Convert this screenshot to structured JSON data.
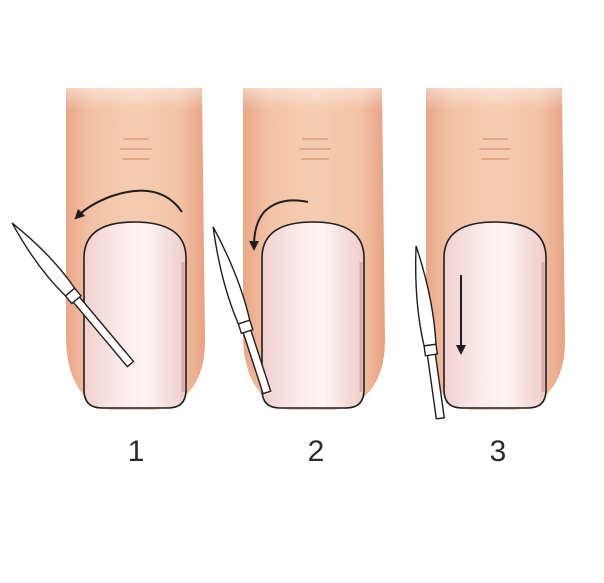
{
  "steps": [
    {
      "label": "1",
      "arrow": "curved-arrow-counterclockwise-icon"
    },
    {
      "label": "2",
      "arrow": "curved-arrow-counterclockwise-icon"
    },
    {
      "label": "3",
      "arrow": "down-arrow-icon"
    }
  ],
  "colors": {
    "skin": "#f2c4a7",
    "skin_shadow": "#e7a98a",
    "nail": "#f9e3e2",
    "nail_highlight": "#ffffff",
    "outline": "#1e1e1e",
    "label": "#2b2b2b"
  }
}
